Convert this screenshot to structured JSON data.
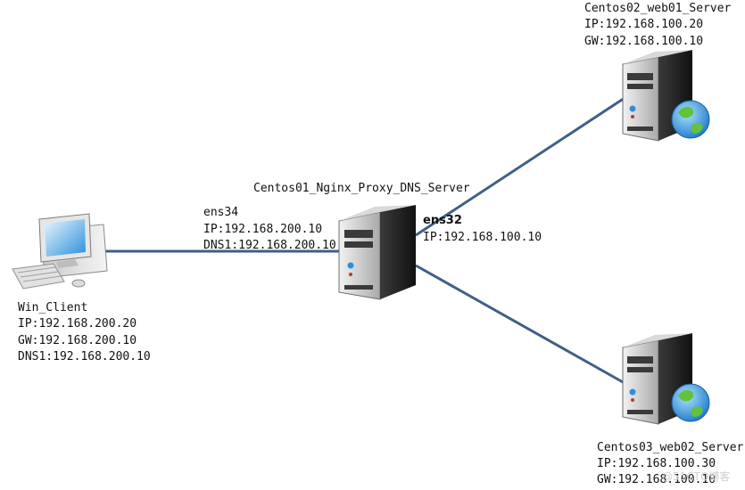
{
  "colors": {
    "link": "#3f5f86",
    "server_body": "#2b2b2b",
    "globe": "#2f8fd6"
  },
  "nodes": {
    "proxy": {
      "name": "Centos01_Nginx_Proxy_DNS_Server",
      "icon": "server-icon",
      "left_if": {
        "name": "ens34",
        "ip": "IP:192.168.200.10",
        "dns": "DNS1:192.168.200.10"
      },
      "right_if": {
        "name": "ens32",
        "ip": "IP:192.168.100.10"
      }
    },
    "client": {
      "name": "Win_Client",
      "icon": "desktop-computer-icon",
      "ip": "IP:192.168.200.20",
      "gw": "GW:192.168.200.10",
      "dns": "DNS1:192.168.200.10"
    },
    "web01": {
      "name": "Centos02_web01_Server",
      "icon": "web-server-icon",
      "ip": "IP:192.168.100.20",
      "gw": "GW:192.168.100.10"
    },
    "web02": {
      "name": "Centos03_web02_Server",
      "icon": "web-server-icon",
      "ip": "IP:192.168.100.30",
      "gw": "GW:192.168.100.10"
    }
  },
  "links": [
    {
      "from": "client",
      "to": "proxy"
    },
    {
      "from": "proxy",
      "to": "web01"
    },
    {
      "from": "proxy",
      "to": "web02"
    }
  ],
  "watermark": "@51CTO博客"
}
